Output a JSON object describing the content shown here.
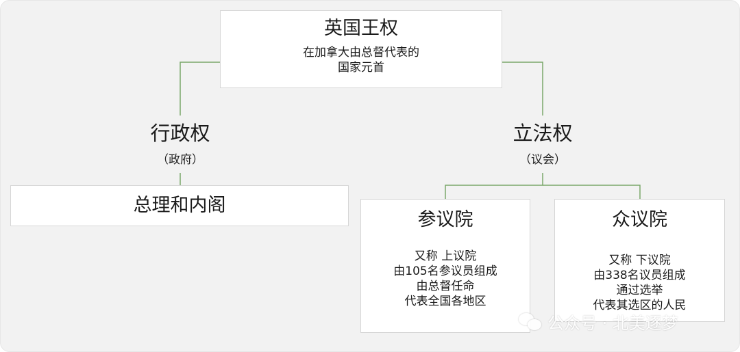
{
  "diagram": {
    "crown": {
      "title": "英国王权",
      "desc": [
        "在加拿大由总督代表的",
        "国家元首"
      ]
    },
    "executive": {
      "name": "行政权",
      "sub": "（政府）",
      "body": "总理和内阁"
    },
    "legislative": {
      "name": "立法权",
      "sub": "（议会）"
    },
    "senate": {
      "title": "参议院",
      "lines": [
        "又称 上议院",
        "由105名参议员组成",
        "由总督任命",
        "代表全国各地区"
      ]
    },
    "commons": {
      "title": "众议院",
      "lines": [
        "又称 下议院",
        "由338名议员组成",
        "通过选举",
        "代表其选区的人民"
      ]
    },
    "watermark": "公众号 · 北美逐梦",
    "colors": {
      "connector": "#7aa86a",
      "box_border": "#d6d6d6",
      "background": "#f2f2f2"
    }
  }
}
